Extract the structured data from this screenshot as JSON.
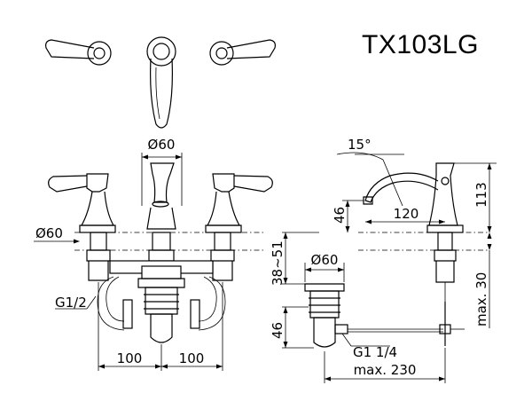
{
  "model": "TX103LG",
  "dimensions": {
    "handle_dia": "Ø60",
    "body_dia": "Ø60",
    "base_dia": "Ø60",
    "spacing_left": "100",
    "spacing_right": "100",
    "thread_inlet": "G1/2",
    "angle": "15°",
    "spout_reach": "120",
    "spout_height": "46",
    "total_height": "113",
    "max_deck": "max. 30",
    "deck_range": "38~51",
    "inlet_height": "46",
    "thread_outlet": "G1 1/4",
    "max_length": "max. 230"
  }
}
